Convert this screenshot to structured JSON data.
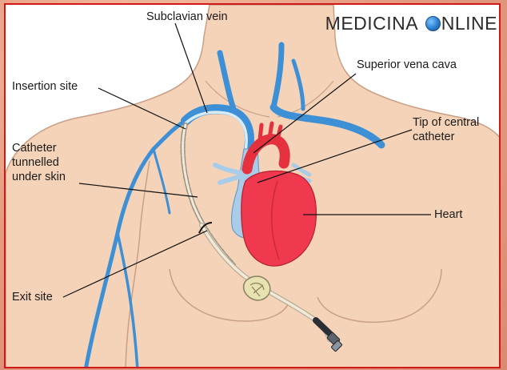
{
  "watermark": {
    "left_text": "MEDICINA",
    "icon": "globe-icon",
    "right_text": "NLINE"
  },
  "labels": {
    "subclavian_vein": "Subclavian vein",
    "superior_vena_cava": "Superior vena cava",
    "insertion_site": "Insertion site",
    "tip_of_central_catheter": "Tip of central\ncatheter",
    "catheter_tunnelled": "Catheter\ntunnelled\nunder skin",
    "heart": "Heart",
    "exit_site": "Exit site"
  },
  "colors": {
    "frame_border": "#d01818",
    "skin": "#f5d3b8",
    "vein": "#3d8fd6",
    "vena_cava_light": "#a9cde8",
    "heart": "#f0394f",
    "catheter": "#f1ead8"
  }
}
